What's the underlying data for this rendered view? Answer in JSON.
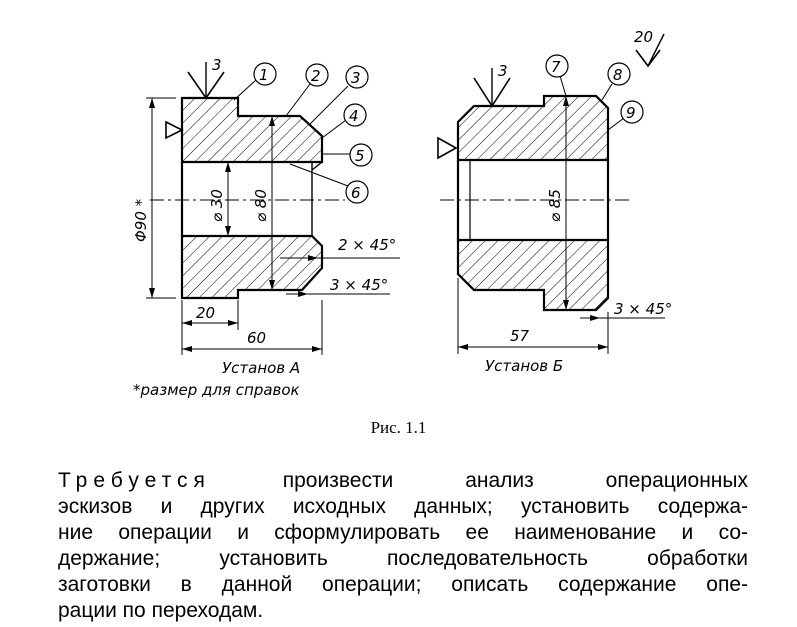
{
  "drawing": {
    "setup_a": {
      "label": "Установ А",
      "note": "*размер для справок",
      "finish": "3",
      "dims": {
        "d90": "Φ90 *",
        "d30": "⌀ 30",
        "d80": "⌀ 80",
        "len20": "20",
        "len60": "60",
        "ch2x45": "2 × 45°",
        "ch3x45": "3 × 45°"
      },
      "callouts": [
        "1",
        "2",
        "3",
        "4",
        "5",
        "6"
      ]
    },
    "setup_b": {
      "label": "Установ Б",
      "finish": "3",
      "dims": {
        "d85": "⌀ 85",
        "len57": "57",
        "ch3x45": "3 × 45°"
      },
      "callouts": [
        "7",
        "8",
        "9"
      ]
    },
    "general_finish": "20"
  },
  "caption": "Рис. 1.1",
  "task": {
    "lead": "Требуется",
    "lines": [
      " произвести анализ операционных",
      "эскизов и других исходных данных; установить содержа-",
      "ние операции и сформулировать ее наименование и со-",
      "держание; установить последовательность обработки",
      "заготовки в данной операции; описать содержание опе-",
      "рации по переходам."
    ]
  }
}
